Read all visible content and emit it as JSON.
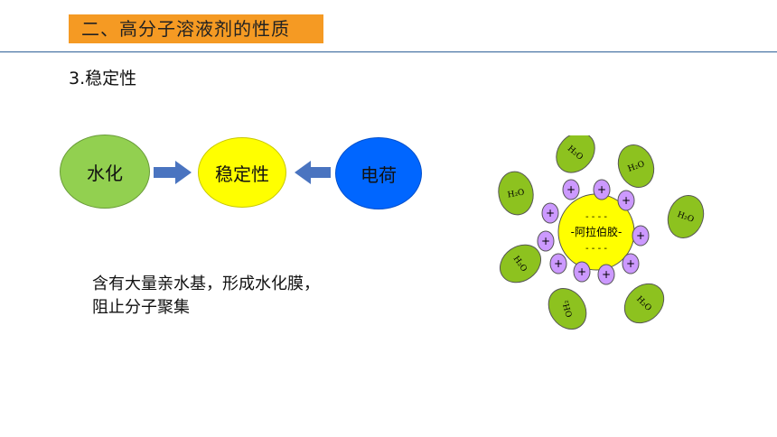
{
  "header": {
    "title": "二、高分子溶液剂的性质"
  },
  "section": {
    "subtitle": "3.稳定性"
  },
  "flow": {
    "left": "水化",
    "center": "稳定性",
    "right": "电荷"
  },
  "description": {
    "line1": "含有大量亲水基，形成水化膜，",
    "line2": "阻止分子聚集"
  },
  "diagram": {
    "core_label": "-阿拉伯胶-",
    "core_dashes_top": "- - -  -",
    "core_dashes_bottom": "- - - -",
    "water_label": "H₂O",
    "water_label_odd": "OH₂",
    "plus": "+",
    "colors": {
      "water": "#8dc21f",
      "core": "#ffff00",
      "plus": "#cc99ff"
    }
  }
}
